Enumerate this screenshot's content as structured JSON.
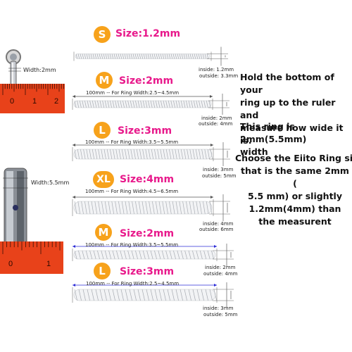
{
  "photo_top": {
    "width_label": "Width:2mm",
    "ruler_numbers": [
      "0",
      "1",
      "2"
    ]
  },
  "photo_bottom": {
    "width_label": "Width:5.5mm",
    "ruler_numbers": [
      "0",
      "1"
    ]
  },
  "sizes": [
    {
      "badge": "S",
      "size": "Size:1.2mm",
      "caption": "",
      "inside": "inside: 1.2mm",
      "outside": "outside: 3.3mm",
      "length_label": ""
    },
    {
      "badge": "M",
      "size": "Size:2mm",
      "caption": "100mm -- For Ring Width:2.5~4.5mm",
      "inside": "inside: 2mm",
      "outside": "outside: 4mm"
    },
    {
      "badge": "L",
      "size": "Size:3mm",
      "caption": "100mm -- For Ring Width:3.5~5.5mm",
      "inside": "inside: 3mm",
      "outside": "outside: 5mm"
    },
    {
      "badge": "XL",
      "size": "Size:4mm",
      "caption": "100mm -- For Ring Width:4.5~6.5mm",
      "inside": "inside: 4mm",
      "outside": "outside: 6mm"
    },
    {
      "badge": "M",
      "size": "Size:2mm",
      "caption": "100mm -- For Ring Width:3.5~5.5mm",
      "inside": "inside: 2mm",
      "outside": "outside: 4mm"
    },
    {
      "badge": "L",
      "size": "Size:3mm",
      "caption": "100mm -- For Ring Width:2.5~4.5mm",
      "inside": "inside: 3mm",
      "outside": "outside: 5mm"
    }
  ],
  "instructions": {
    "p1": [
      "Hold the bottom of your",
      "ring up to the ruler and",
      "measure how wide it is."
    ],
    "p2": [
      "This ring is 2mm(5.5mm)",
      "width"
    ],
    "p3": [
      "Choose the Eiito Ring size",
      "that is the same 2mm (",
      "5.5 mm) or slightly",
      "1.2mm(4mm) than",
      "the measurent"
    ]
  },
  "colors": {
    "badge": "#f7a21b",
    "size_text": "#e8198b",
    "ruler": "#e8421a",
    "dimension_line": "#2b2bd6"
  }
}
